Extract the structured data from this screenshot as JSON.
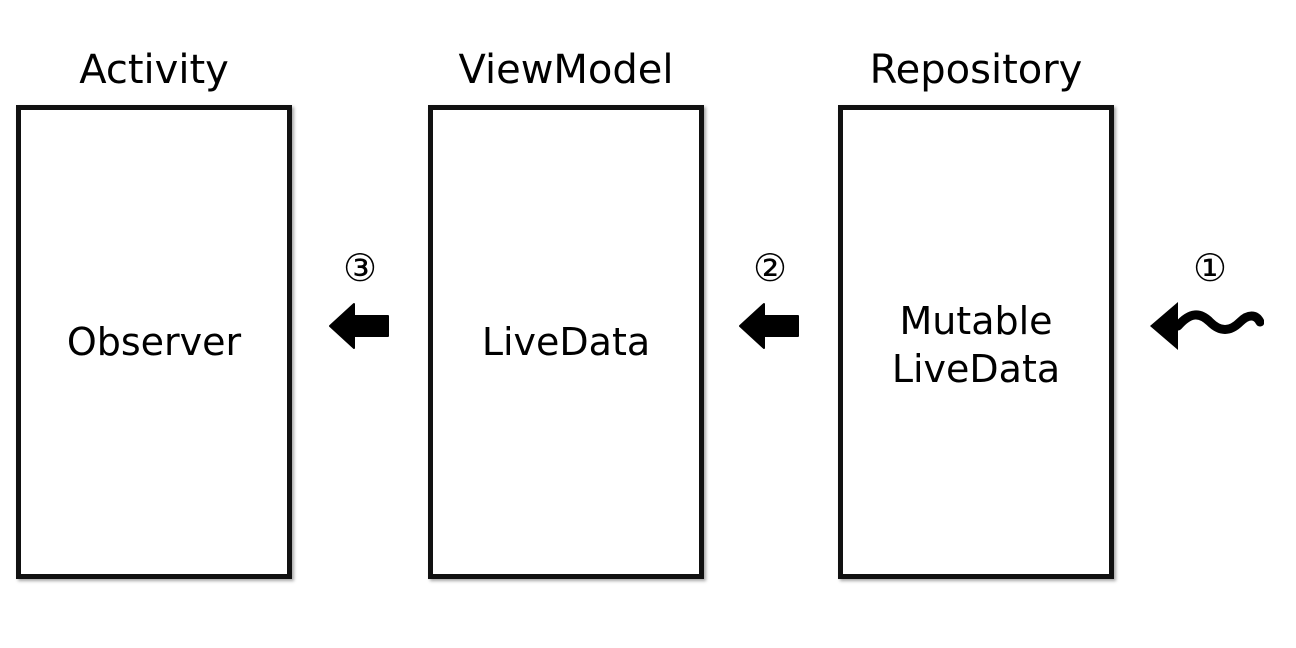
{
  "columns": [
    {
      "title": "Activity",
      "box_lines": [
        "Observer"
      ]
    },
    {
      "title": "ViewModel",
      "box_lines": [
        "LiveData"
      ]
    },
    {
      "title": "Repository",
      "box_lines": [
        "Mutable",
        "LiveData"
      ]
    }
  ],
  "steps": [
    {
      "marker": "③",
      "icon": "left-arrow-icon"
    },
    {
      "marker": "②",
      "icon": "left-arrow-icon"
    },
    {
      "marker": "①",
      "icon": "wavy-left-arrow-icon"
    }
  ]
}
